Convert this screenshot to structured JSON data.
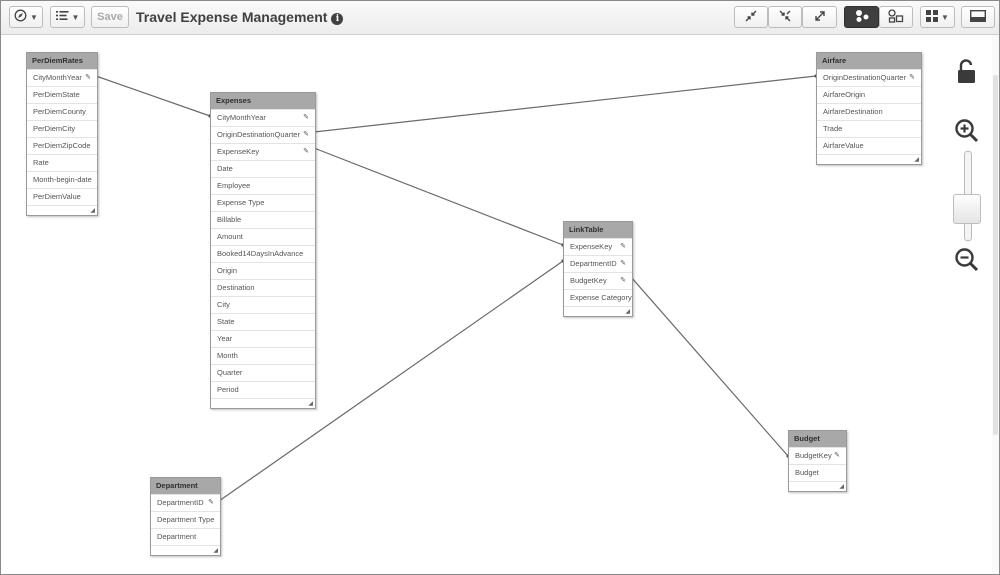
{
  "toolbar": {
    "app_title": "Travel Expense Management",
    "info_glyph": "i",
    "save_label": "Save",
    "icons": [
      "compass-icon",
      "list-icon",
      "collapse-all-icon",
      "collapse-icon",
      "expand-icon",
      "internal-view-icon",
      "source-view-icon",
      "layout-grid-icon",
      "panel-toggle-icon"
    ]
  },
  "tables": {
    "perdiem": {
      "name": "PerDiemRates",
      "fields": [
        {
          "label": "CityMonthYear",
          "key": true
        },
        {
          "label": "PerDiemState",
          "key": false
        },
        {
          "label": "PerDiemCounty",
          "key": false
        },
        {
          "label": "PerDiemCity",
          "key": false
        },
        {
          "label": "PerDiemZipCode",
          "key": false
        },
        {
          "label": "Rate",
          "key": false
        },
        {
          "label": "Month-begin-date",
          "key": false
        },
        {
          "label": "PerDiemValue",
          "key": false
        }
      ]
    },
    "expenses": {
      "name": "Expenses",
      "fields": [
        {
          "label": "CityMonthYear",
          "key": true
        },
        {
          "label": "OriginDestinationQuarter",
          "key": true
        },
        {
          "label": "ExpenseKey",
          "key": true
        },
        {
          "label": "Date",
          "key": false
        },
        {
          "label": "Employee",
          "key": false
        },
        {
          "label": "Expense Type",
          "key": false
        },
        {
          "label": "Billable",
          "key": false
        },
        {
          "label": "Amount",
          "key": false
        },
        {
          "label": "Booked14DaysInAdvance",
          "key": false
        },
        {
          "label": "Origin",
          "key": false
        },
        {
          "label": "Destination",
          "key": false
        },
        {
          "label": "City",
          "key": false
        },
        {
          "label": "State",
          "key": false
        },
        {
          "label": "Year",
          "key": false
        },
        {
          "label": "Month",
          "key": false
        },
        {
          "label": "Quarter",
          "key": false
        },
        {
          "label": "Period",
          "key": false
        }
      ]
    },
    "airfare": {
      "name": "Airfare",
      "fields": [
        {
          "label": "OriginDestinationQuarter",
          "key": true
        },
        {
          "label": "AirfareOrigin",
          "key": false
        },
        {
          "label": "AirfareDestination",
          "key": false
        },
        {
          "label": "Trade",
          "key": false
        },
        {
          "label": "AirfareValue",
          "key": false
        }
      ]
    },
    "linktable": {
      "name": "LinkTable",
      "fields": [
        {
          "label": "ExpenseKey",
          "key": true
        },
        {
          "label": "DepartmentID",
          "key": true
        },
        {
          "label": "BudgetKey",
          "key": true
        },
        {
          "label": "Expense Category",
          "key": false
        }
      ]
    },
    "budget": {
      "name": "Budget",
      "fields": [
        {
          "label": "BudgetKey",
          "key": true
        },
        {
          "label": "Budget",
          "key": false
        }
      ]
    },
    "department": {
      "name": "Department",
      "fields": [
        {
          "label": "DepartmentID",
          "key": true
        },
        {
          "label": "Department Type",
          "key": false
        },
        {
          "label": "Department",
          "key": false
        }
      ]
    }
  },
  "key_glyph": "✎",
  "grip_glyph": "◢",
  "colors": {
    "header": "#a8a8a8",
    "link": "#6a6a6a",
    "toolbar_active": "#3f3f3f"
  }
}
